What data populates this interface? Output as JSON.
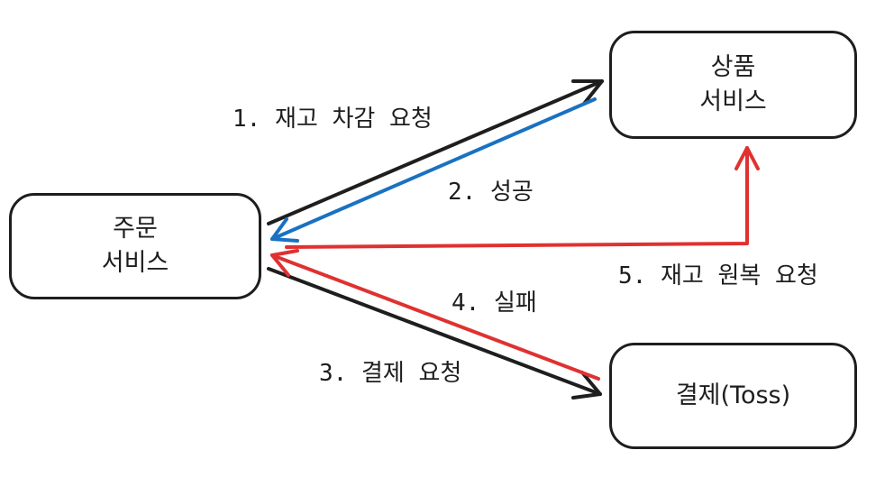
{
  "nodes": {
    "order": {
      "line1": "주문",
      "line2": "서비스"
    },
    "product": {
      "line1": "상품",
      "line2": "서비스"
    },
    "payment": {
      "line1": "결제(Toss)"
    }
  },
  "edges": {
    "e1": {
      "label": "1. 재고 차감 요청",
      "color": "#1e1e1e"
    },
    "e2": {
      "label": "2. 성공",
      "color": "#1971c2"
    },
    "e3": {
      "label": "3. 결제 요청",
      "color": "#1e1e1e"
    },
    "e4": {
      "label": "4. 실패",
      "color": "#e03131"
    },
    "e5": {
      "label": "5. 재고 원복 요청",
      "color": "#e03131"
    }
  }
}
